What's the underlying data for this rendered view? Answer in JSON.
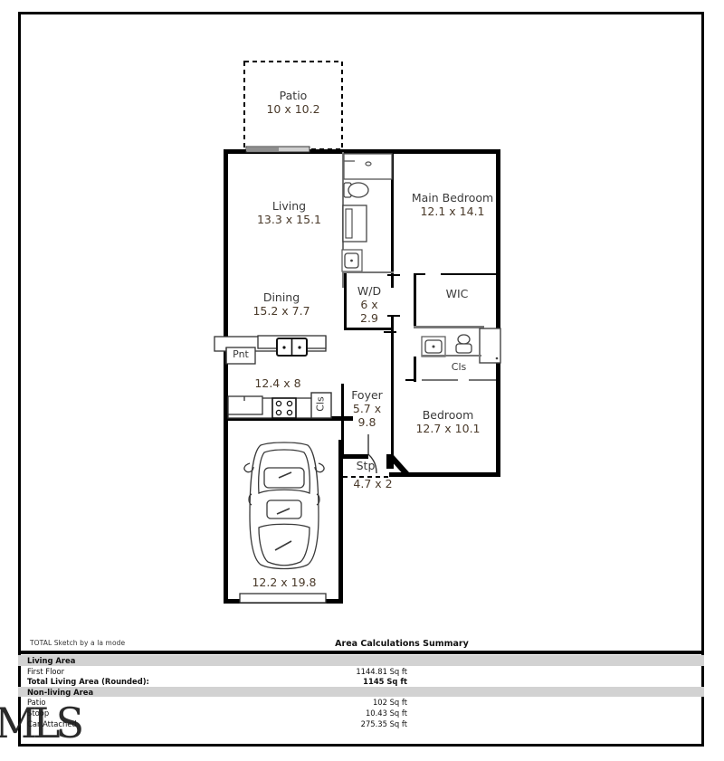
{
  "document": {
    "credit": "TOTAL Sketch by a la mode",
    "summary_title": "Area Calculations Summary",
    "watermark": "MLS"
  },
  "plan": {
    "rooms": [
      {
        "key": "patio",
        "name": "Patio",
        "dim": "10 x 10.2"
      },
      {
        "key": "living",
        "name": "Living",
        "dim": "13.3 x 15.1"
      },
      {
        "key": "main_bedroom",
        "name": "Main Bedroom",
        "dim": "12.1 x 14.1"
      },
      {
        "key": "dining",
        "name": "Dining",
        "dim": "15.2 x 7.7"
      },
      {
        "key": "wd",
        "name": "W/D",
        "dim": "6 x\n2.9"
      },
      {
        "key": "wic",
        "name": "WIC",
        "dim": ""
      },
      {
        "key": "kitchen",
        "name": "",
        "dim": "12.4 x 8"
      },
      {
        "key": "pantry",
        "name": "Pnt",
        "dim": ""
      },
      {
        "key": "closet_hall",
        "name": "Cls",
        "dim": ""
      },
      {
        "key": "closet_bath",
        "name": "Cls",
        "dim": ""
      },
      {
        "key": "foyer",
        "name": "Foyer",
        "dim": "5.7 x\n9.8"
      },
      {
        "key": "bedroom",
        "name": "Bedroom",
        "dim": "12.7 x 10.1"
      },
      {
        "key": "stoop",
        "name": "Stp",
        "dim": "4.7 x 2"
      },
      {
        "key": "garage",
        "name": "",
        "dim": "12.2 x 19.8"
      }
    ],
    "labels": {
      "patio_name": "Patio",
      "patio_dim": "10 x 10.2",
      "living_name": "Living",
      "living_dim": "13.3 x 15.1",
      "main_bedroom_name": "Main Bedroom",
      "main_bedroom_dim": "12.1 x 14.1",
      "dining_name": "Dining",
      "dining_dim": "15.2 x 7.7",
      "wd_name": "W/D",
      "wd_dim1": "6 x",
      "wd_dim2": "2.9",
      "wic_name": "WIC",
      "kitchen_dim": "12.4 x 8",
      "pantry_name": "Pnt",
      "closet_hall_name": "Cls",
      "closet_bath_name": "Cls",
      "foyer_name": "Foyer",
      "foyer_dim1": "5.7 x",
      "foyer_dim2": "9.8",
      "bedroom_name": "Bedroom",
      "bedroom_dim": "12.7 x 10.1",
      "stoop_name": "Stp",
      "stoop_dim": "4.7 x 2",
      "garage_dim": "12.2 x 19.8"
    }
  },
  "area_summary": {
    "sections": [
      {
        "header": "Living Area",
        "rows": [
          {
            "label": "First Floor",
            "value": "1144.81 Sq ft",
            "bold": false
          },
          {
            "label": "Total Living Area (Rounded):",
            "value": "1145 Sq ft",
            "bold": true
          }
        ]
      },
      {
        "header": "Non-living Area",
        "rows": [
          {
            "label": "Patio",
            "value": "102 Sq ft",
            "bold": false
          },
          {
            "label": "Stoop",
            "value": "10.43 Sq ft",
            "bold": false
          },
          {
            "label": "Car Attached",
            "value": "275.35 Sq ft",
            "bold": false
          }
        ]
      }
    ],
    "flat": {
      "s0_header": "Living Area",
      "s0_r0_label": "First Floor",
      "s0_r0_value": "1144.81 Sq ft",
      "s0_r1_label": "Total Living Area (Rounded):",
      "s0_r1_value": "1145 Sq ft",
      "s1_header": "Non-living Area",
      "s1_r0_label": "Patio",
      "s1_r0_value": "102 Sq ft",
      "s1_r1_label": "Stoop",
      "s1_r1_value": "10.43 Sq ft",
      "s1_r2_label": "Car Attached",
      "s1_r2_value": "275.35 Sq ft"
    }
  },
  "colors": {
    "wall": "#000000",
    "fixture": "#555555",
    "room_text": "#3a3a3a",
    "dim_text": "#4a3a2a",
    "header_band": "#d2d2d2"
  }
}
